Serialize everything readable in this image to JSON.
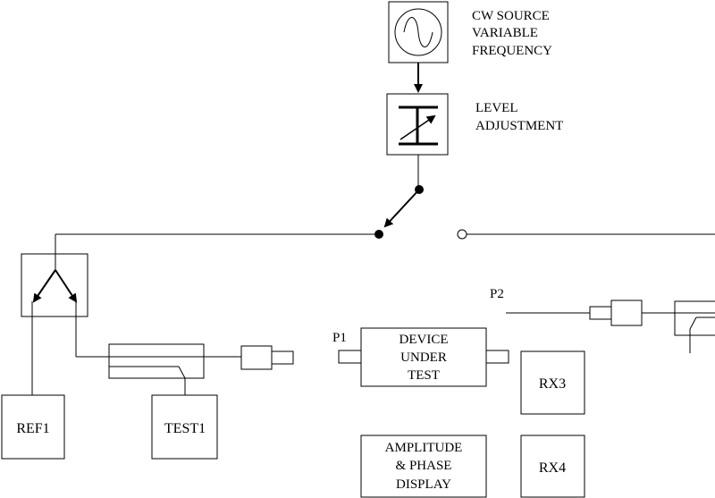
{
  "source": {
    "label_line1": "CW SOURCE",
    "label_line2": "VARIABLE",
    "label_line3": "FREQUENCY",
    "icon": "sine-wave-icon"
  },
  "level": {
    "label_line1": "LEVEL",
    "label_line2": "ADJUSTMENT",
    "icon": "variable-attenuator-icon"
  },
  "ports": {
    "p1": "P1",
    "p2": "P2"
  },
  "dut": {
    "line1": "DEVICE",
    "line2": "UNDER",
    "line3": "TEST"
  },
  "receivers": {
    "ref1": "REF1",
    "test1": "TEST1",
    "rx3": "RX3",
    "rx4": "RX4"
  },
  "display": {
    "line1": "AMPLITUDE",
    "line2": "& PHASE",
    "line3": "DISPLAY"
  },
  "colors": {
    "stroke": "#000000",
    "background": "#ffffff"
  }
}
